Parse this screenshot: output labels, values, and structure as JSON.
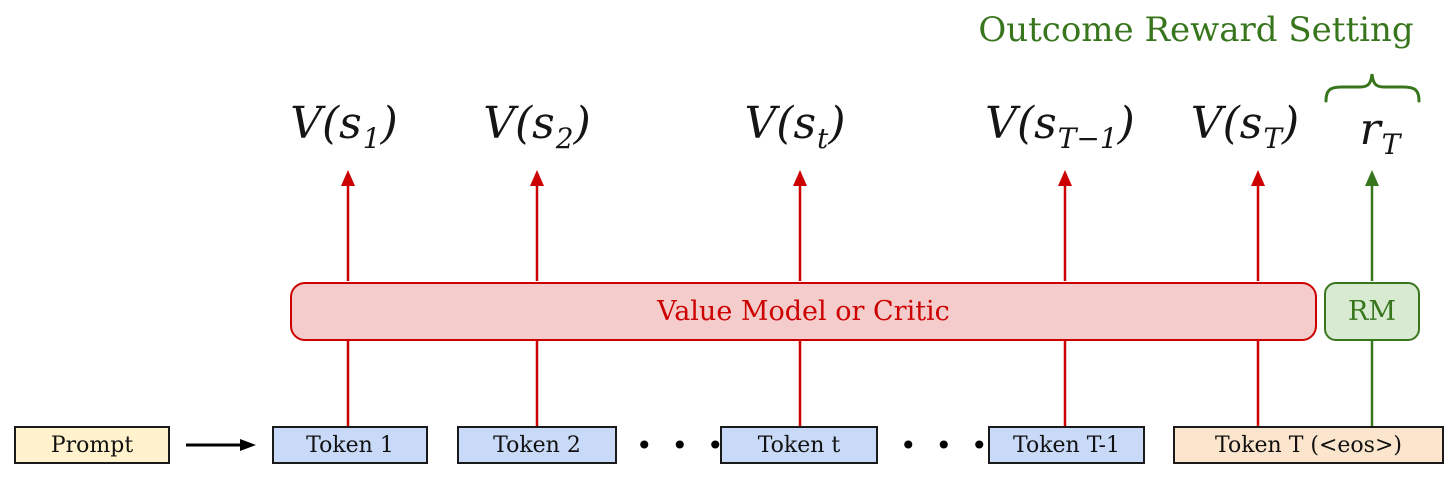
{
  "title": "Outcome Reward Setting",
  "value_model": {
    "label": "Value Model or Critic"
  },
  "reward_model": {
    "label": "RM"
  },
  "value_labels": [
    {
      "pre": "V(s",
      "sub": "1",
      "post": ")"
    },
    {
      "pre": "V(s",
      "sub": "2",
      "post": ")"
    },
    {
      "pre": "V(s",
      "sub": "t",
      "post": ")"
    },
    {
      "pre": "V(s",
      "sub": "T−1",
      "post": ")"
    },
    {
      "pre": "V(s",
      "sub": "T",
      "post": ")"
    }
  ],
  "reward_label": {
    "pre": "r",
    "sub": "T",
    "post": ""
  },
  "prompt": {
    "label": "Prompt"
  },
  "tokens": [
    {
      "label": "Token 1"
    },
    {
      "label": "Token 2"
    },
    {
      "label": "Token t"
    },
    {
      "label": "Token T-1"
    },
    {
      "label": "Token T (<eos>)"
    }
  ],
  "ellipsis": "•••",
  "colors": {
    "critic_fill": "#f4cccc",
    "critic_stroke": "#cc0000",
    "rm_fill": "#d9ead3",
    "rm_stroke": "#38761d",
    "title_green": "#38761d",
    "prompt_fill": "#fff2cc",
    "token_fill": "#c9daf8",
    "eos_token_fill": "#fce5cd",
    "arrow_red": "#cc0000",
    "arrow_green": "#38761d",
    "arrow_black": "#000000"
  }
}
